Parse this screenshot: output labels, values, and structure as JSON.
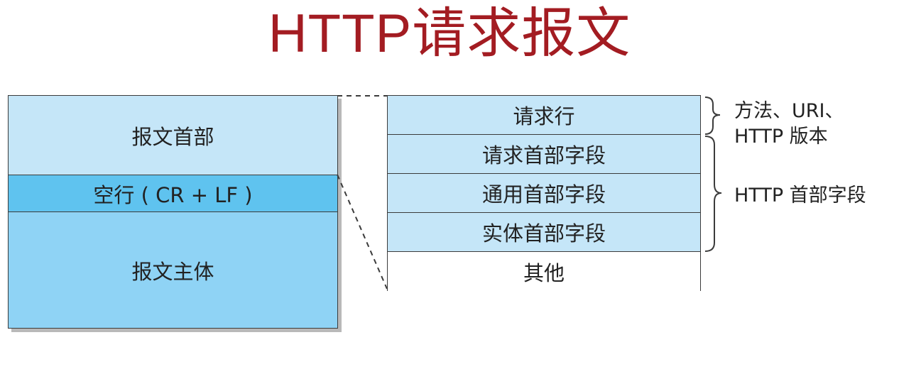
{
  "title": "HTTP请求报文",
  "message": {
    "header": "报文首部",
    "blank_line": "空行 ( CR + LF )",
    "body": "报文主体"
  },
  "header_detail": {
    "rows": [
      "请求行",
      "请求首部字段",
      "通用首部字段",
      "实体首部字段",
      "其他"
    ]
  },
  "annotations": {
    "request_line_line1": "方法、URI、",
    "request_line_line2": "HTTP 版本",
    "header_fields": "HTTP 首部字段"
  },
  "colors": {
    "title": "#a31c22",
    "header_fill": "#c5e6f8",
    "blank_fill": "#5fc3ef",
    "body_fill": "#8fd3f5",
    "other_fill": "#ffffff"
  }
}
